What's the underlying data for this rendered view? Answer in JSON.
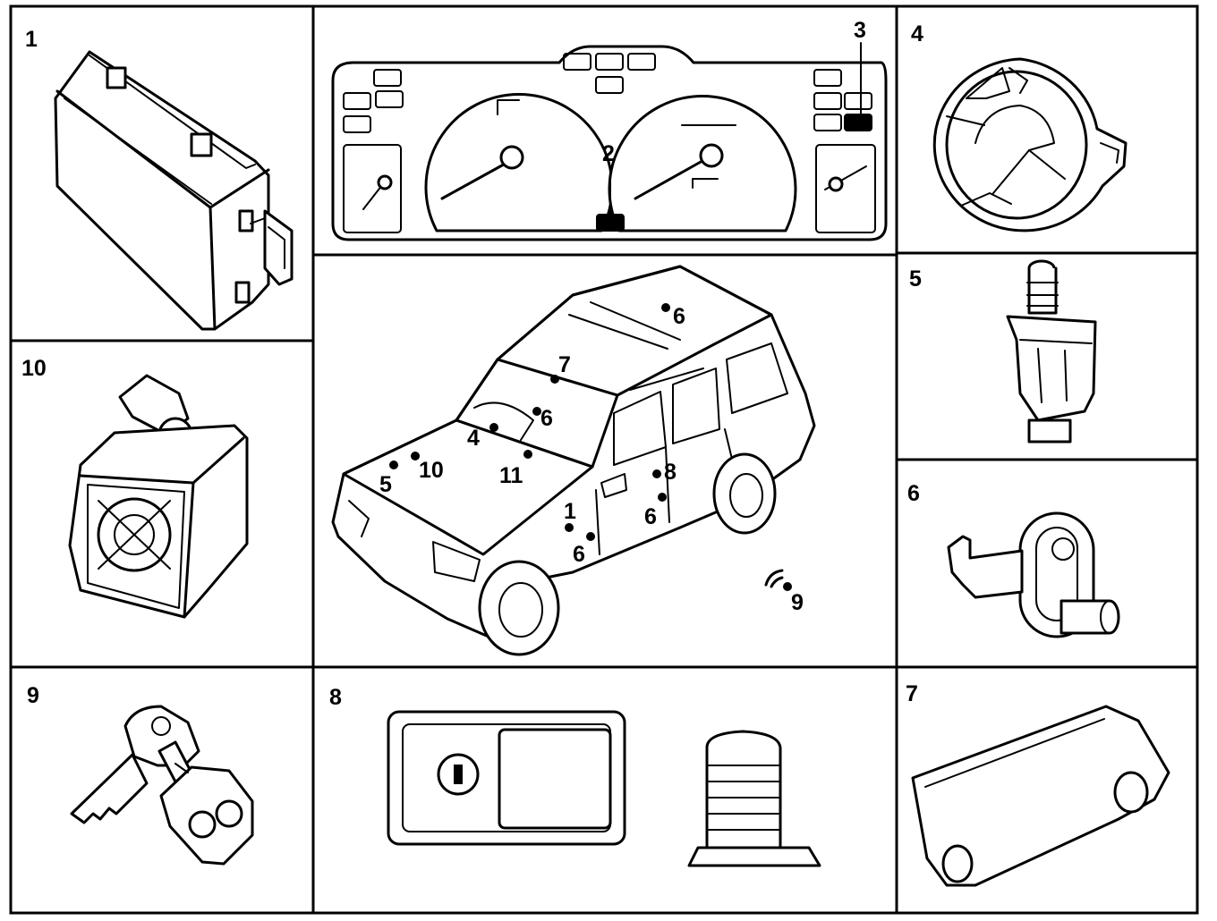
{
  "diagram": {
    "cells": [
      {
        "id": "cell-ecu",
        "number": "1"
      },
      {
        "id": "cell-instrument-pack",
        "number": ""
      },
      {
        "id": "cell-ignition-lamp",
        "number": "4"
      },
      {
        "id": "cell-siren",
        "number": "10"
      },
      {
        "id": "cell-vehicle",
        "number": ""
      },
      {
        "id": "cell-bonnet-switch",
        "number": "5"
      },
      {
        "id": "cell-door-switch",
        "number": "6"
      },
      {
        "id": "cell-remote-key",
        "number": "9"
      },
      {
        "id": "cell-door-lock",
        "number": "8"
      },
      {
        "id": "cell-interior-sensor",
        "number": "7"
      }
    ],
    "instrument_callouts": [
      "3",
      "2"
    ],
    "vehicle_callouts": [
      {
        "label": "6",
        "name": "roof"
      },
      {
        "label": "7",
        "name": "headlining"
      },
      {
        "label": "6",
        "name": "windscreen"
      },
      {
        "label": "4",
        "name": "dash"
      },
      {
        "label": "11",
        "name": "column"
      },
      {
        "label": "5",
        "name": "bonnet-left"
      },
      {
        "label": "10",
        "name": "bonnet-right"
      },
      {
        "label": "8",
        "name": "door-lock"
      },
      {
        "label": "6",
        "name": "rear-door"
      },
      {
        "label": "1",
        "name": "a-pillar"
      },
      {
        "label": "6",
        "name": "front-door"
      },
      {
        "label": "9",
        "name": "remote"
      }
    ]
  }
}
